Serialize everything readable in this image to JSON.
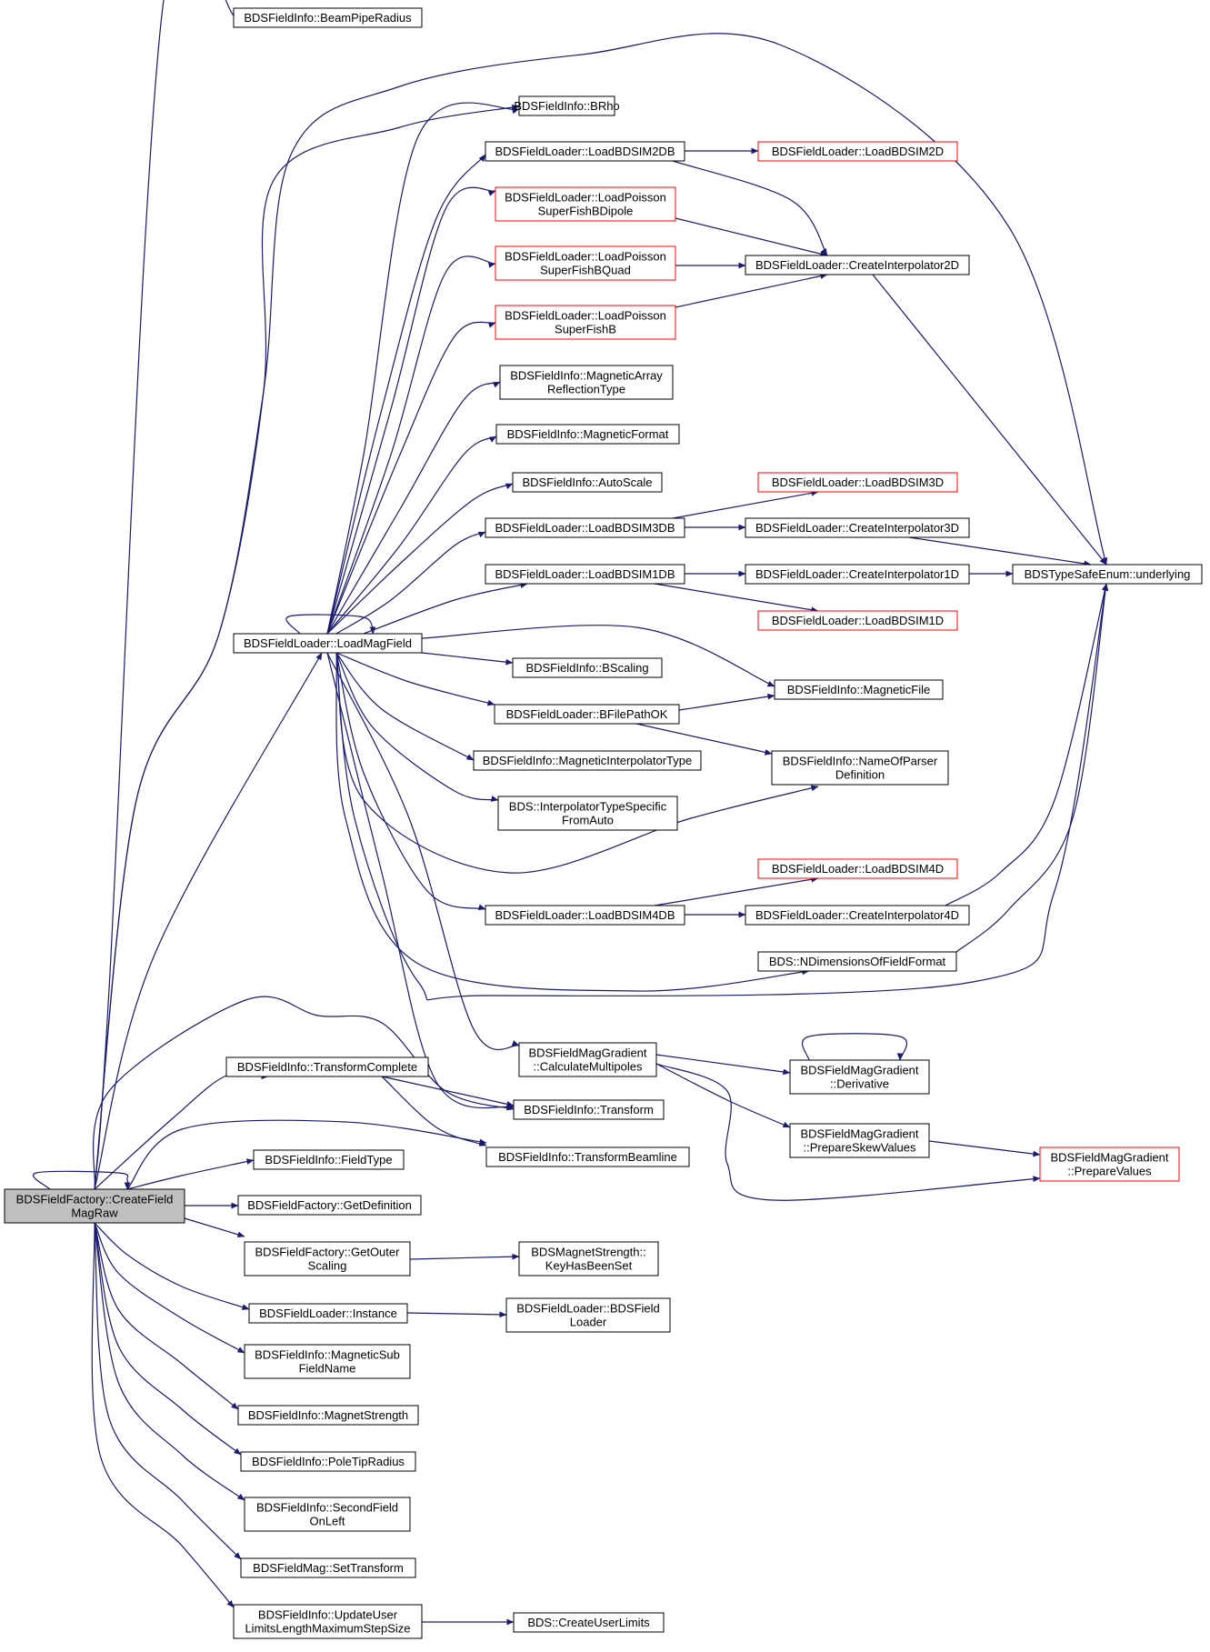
{
  "colors": {
    "edge": "#191970",
    "border_normal": "#000000",
    "border_truncated": "#ff0000",
    "root_fill": "#bfbfbf",
    "node_fill": "#ffffff"
  },
  "nodes": [
    {
      "id": "createfieldmagraw",
      "lines": [
        "BDSFieldFactory::CreateField",
        "MagRaw"
      ],
      "style": "root"
    },
    {
      "id": "beampiperadius",
      "lines": [
        "BDSFieldInfo::BeamPipeRadius"
      ]
    },
    {
      "id": "brho",
      "lines": [
        "BDSFieldInfo::BRho"
      ]
    },
    {
      "id": "loadbdsim2db",
      "lines": [
        "BDSFieldLoader::LoadBDSIM2DB"
      ]
    },
    {
      "id": "loadbdsim2d",
      "lines": [
        "BDSFieldLoader::LoadBDSIM2D"
      ],
      "style": "truncated"
    },
    {
      "id": "poissonbdipole",
      "lines": [
        "BDSFieldLoader::LoadPoisson",
        "SuperFishBDipole"
      ],
      "style": "truncated"
    },
    {
      "id": "poissonbquad",
      "lines": [
        "BDSFieldLoader::LoadPoisson",
        "SuperFishBQuad"
      ],
      "style": "truncated"
    },
    {
      "id": "createinterp2d",
      "lines": [
        "BDSFieldLoader::CreateInterpolator2D"
      ]
    },
    {
      "id": "poissonb",
      "lines": [
        "BDSFieldLoader::LoadPoisson",
        "SuperFishB"
      ],
      "style": "truncated"
    },
    {
      "id": "magarrayrefl",
      "lines": [
        "BDSFieldInfo::MagneticArray",
        "ReflectionType"
      ]
    },
    {
      "id": "magformat",
      "lines": [
        "BDSFieldInfo::MagneticFormat"
      ]
    },
    {
      "id": "autoscale",
      "lines": [
        "BDSFieldInfo::AutoScale"
      ]
    },
    {
      "id": "loadbdsim3d",
      "lines": [
        "BDSFieldLoader::LoadBDSIM3D"
      ],
      "style": "truncated"
    },
    {
      "id": "loadbdsim3db",
      "lines": [
        "BDSFieldLoader::LoadBDSIM3DB"
      ]
    },
    {
      "id": "createinterp3d",
      "lines": [
        "BDSFieldLoader::CreateInterpolator3D"
      ]
    },
    {
      "id": "loadbdsim1db",
      "lines": [
        "BDSFieldLoader::LoadBDSIM1DB"
      ]
    },
    {
      "id": "createinterp1d",
      "lines": [
        "BDSFieldLoader::CreateInterpolator1D"
      ]
    },
    {
      "id": "underlying",
      "lines": [
        "BDSTypeSafeEnum::underlying"
      ]
    },
    {
      "id": "loadbdsim1d",
      "lines": [
        "BDSFieldLoader::LoadBDSIM1D"
      ],
      "style": "truncated"
    },
    {
      "id": "loadmagfield",
      "lines": [
        "BDSFieldLoader::LoadMagField"
      ]
    },
    {
      "id": "bscaling",
      "lines": [
        "BDSFieldInfo::BScaling"
      ]
    },
    {
      "id": "magneticfile",
      "lines": [
        "BDSFieldInfo::MagneticFile"
      ]
    },
    {
      "id": "bfilepathok",
      "lines": [
        "BDSFieldLoader::BFilePathOK"
      ]
    },
    {
      "id": "maginterptype",
      "lines": [
        "BDSFieldInfo::MagneticInterpolatorType"
      ]
    },
    {
      "id": "nameofparser",
      "lines": [
        "BDSFieldInfo::NameOfParser",
        "Definition"
      ]
    },
    {
      "id": "interptypespecific",
      "lines": [
        "BDS::InterpolatorTypeSpecific",
        "FromAuto"
      ]
    },
    {
      "id": "loadbdsim4d",
      "lines": [
        "BDSFieldLoader::LoadBDSIM4D"
      ],
      "style": "truncated"
    },
    {
      "id": "loadbdsim4db",
      "lines": [
        "BDSFieldLoader::LoadBDSIM4DB"
      ]
    },
    {
      "id": "createinterp4d",
      "lines": [
        "BDSFieldLoader::CreateInterpolator4D"
      ]
    },
    {
      "id": "ndimensions",
      "lines": [
        "BDS::NDimensionsOfFieldFormat"
      ]
    },
    {
      "id": "calcmultipoles",
      "lines": [
        "BDSFieldMagGradient",
        "::CalculateMultipoles"
      ]
    },
    {
      "id": "derivative",
      "lines": [
        "BDSFieldMagGradient",
        "::Derivative"
      ]
    },
    {
      "id": "transformcomplete",
      "lines": [
        "BDSFieldInfo::TransformComplete"
      ]
    },
    {
      "id": "transform",
      "lines": [
        "BDSFieldInfo::Transform"
      ]
    },
    {
      "id": "prepareskew",
      "lines": [
        "BDSFieldMagGradient",
        "::PrepareSkewValues"
      ]
    },
    {
      "id": "transformbeamline",
      "lines": [
        "BDSFieldInfo::TransformBeamline"
      ]
    },
    {
      "id": "preparevalues",
      "lines": [
        "BDSFieldMagGradient",
        "::PrepareValues"
      ],
      "style": "truncated"
    },
    {
      "id": "fieldtype",
      "lines": [
        "BDSFieldInfo::FieldType"
      ]
    },
    {
      "id": "getdefinition",
      "lines": [
        "BDSFieldFactory::GetDefinition"
      ]
    },
    {
      "id": "getouterscaling",
      "lines": [
        "BDSFieldFactory::GetOuter",
        "Scaling"
      ]
    },
    {
      "id": "keyhasbeenset",
      "lines": [
        "BDSMagnetStrength::",
        "KeyHasBeenSet"
      ]
    },
    {
      "id": "instance",
      "lines": [
        "BDSFieldLoader::Instance"
      ]
    },
    {
      "id": "bdsfieldloaderctor",
      "lines": [
        "BDSFieldLoader::BDSField",
        "Loader"
      ]
    },
    {
      "id": "magsubfieldname",
      "lines": [
        "BDSFieldInfo::MagneticSub",
        "FieldName"
      ]
    },
    {
      "id": "magnetstrength",
      "lines": [
        "BDSFieldInfo::MagnetStrength"
      ]
    },
    {
      "id": "poletipradius",
      "lines": [
        "BDSFieldInfo::PoleTipRadius"
      ]
    },
    {
      "id": "secondfieldonleft",
      "lines": [
        "BDSFieldInfo::SecondField",
        "OnLeft"
      ]
    },
    {
      "id": "settransform",
      "lines": [
        "BDSFieldMag::SetTransform"
      ]
    },
    {
      "id": "updateuserlimits",
      "lines": [
        "BDSFieldInfo::UpdateUser",
        "LimitsLengthMaximumStepSize"
      ]
    },
    {
      "id": "createuserlimits",
      "lines": [
        "BDS::CreateUserLimits"
      ]
    }
  ],
  "edges": [
    [
      "createfieldmagraw",
      "createfieldmagraw"
    ],
    [
      "createfieldmagraw",
      "beampiperadius"
    ],
    [
      "createfieldmagraw",
      "brho"
    ],
    [
      "createfieldmagraw",
      "underlying"
    ],
    [
      "createfieldmagraw",
      "loadmagfield"
    ],
    [
      "createfieldmagraw",
      "transformcomplete"
    ],
    [
      "createfieldmagraw",
      "transform"
    ],
    [
      "createfieldmagraw",
      "transformbeamline"
    ],
    [
      "createfieldmagraw",
      "fieldtype"
    ],
    [
      "createfieldmagraw",
      "getdefinition"
    ],
    [
      "createfieldmagraw",
      "getouterscaling"
    ],
    [
      "createfieldmagraw",
      "instance"
    ],
    [
      "createfieldmagraw",
      "magsubfieldname"
    ],
    [
      "createfieldmagraw",
      "magnetstrength"
    ],
    [
      "createfieldmagraw",
      "poletipradius"
    ],
    [
      "createfieldmagraw",
      "secondfieldonleft"
    ],
    [
      "createfieldmagraw",
      "settransform"
    ],
    [
      "createfieldmagraw",
      "updateuserlimits"
    ],
    [
      "loadmagfield",
      "loadmagfield"
    ],
    [
      "loadmagfield",
      "brho"
    ],
    [
      "loadmagfield",
      "loadbdsim2db"
    ],
    [
      "loadmagfield",
      "poissonbdipole"
    ],
    [
      "loadmagfield",
      "poissonbquad"
    ],
    [
      "loadmagfield",
      "poissonb"
    ],
    [
      "loadmagfield",
      "magarrayrefl"
    ],
    [
      "loadmagfield",
      "magformat"
    ],
    [
      "loadmagfield",
      "autoscale"
    ],
    [
      "loadmagfield",
      "loadbdsim3db"
    ],
    [
      "loadmagfield",
      "loadbdsim1db"
    ],
    [
      "loadmagfield",
      "bscaling"
    ],
    [
      "loadmagfield",
      "magneticfile"
    ],
    [
      "loadmagfield",
      "bfilepathok"
    ],
    [
      "loadmagfield",
      "maginterptype"
    ],
    [
      "loadmagfield",
      "nameofparser"
    ],
    [
      "loadmagfield",
      "interptypespecific"
    ],
    [
      "loadmagfield",
      "loadbdsim4db"
    ],
    [
      "loadmagfield",
      "ndimensions"
    ],
    [
      "loadmagfield",
      "underlying"
    ],
    [
      "loadmagfield",
      "calcmultipoles"
    ],
    [
      "loadmagfield",
      "transform"
    ],
    [
      "loadbdsim2db",
      "loadbdsim2d"
    ],
    [
      "loadbdsim2db",
      "createinterp2d"
    ],
    [
      "poissonbdipole",
      "createinterp2d"
    ],
    [
      "poissonbquad",
      "createinterp2d"
    ],
    [
      "poissonb",
      "createinterp2d"
    ],
    [
      "createinterp2d",
      "underlying"
    ],
    [
      "loadbdsim3db",
      "loadbdsim3d"
    ],
    [
      "loadbdsim3db",
      "createinterp3d"
    ],
    [
      "createinterp3d",
      "underlying"
    ],
    [
      "loadbdsim1db",
      "createinterp1d"
    ],
    [
      "loadbdsim1db",
      "loadbdsim1d"
    ],
    [
      "createinterp1d",
      "underlying"
    ],
    [
      "bfilepathok",
      "magneticfile"
    ],
    [
      "bfilepathok",
      "nameofparser"
    ],
    [
      "loadbdsim4db",
      "loadbdsim4d"
    ],
    [
      "loadbdsim4db",
      "createinterp4d"
    ],
    [
      "createinterp4d",
      "underlying"
    ],
    [
      "ndimensions",
      "underlying"
    ],
    [
      "calcmultipoles",
      "derivative"
    ],
    [
      "calcmultipoles",
      "prepareskew"
    ],
    [
      "calcmultipoles",
      "preparevalues"
    ],
    [
      "derivative",
      "derivative"
    ],
    [
      "prepareskew",
      "preparevalues"
    ],
    [
      "transformcomplete",
      "transform"
    ],
    [
      "transformcomplete",
      "transformbeamline"
    ],
    [
      "getouterscaling",
      "keyhasbeenset"
    ],
    [
      "instance",
      "bdsfieldloaderctor"
    ],
    [
      "updateuserlimits",
      "createuserlimits"
    ]
  ]
}
